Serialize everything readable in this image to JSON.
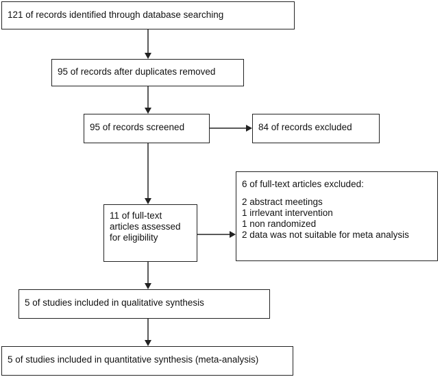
{
  "flowchart": {
    "identified": "121 of records identified through database searching",
    "after_duplicates": "95 of records after duplicates removed",
    "screened": "95 of records screened",
    "excluded_records": "84 of records excluded",
    "assessed": [
      "11 of full-text",
      "articles assessed",
      "for eligibility"
    ],
    "fulltext_excluded": {
      "heading": "6 of full-text articles excluded:",
      "reasons": [
        "2 abstract meetings",
        "1 irrlevant intervention",
        "1 non randomized",
        "2 data was not suitable for meta analysis"
      ]
    },
    "qualitative": "5 of studies included in qualitative synthesis",
    "quantitative": "5 of studies included in quantitative synthesis (meta-analysis)"
  }
}
